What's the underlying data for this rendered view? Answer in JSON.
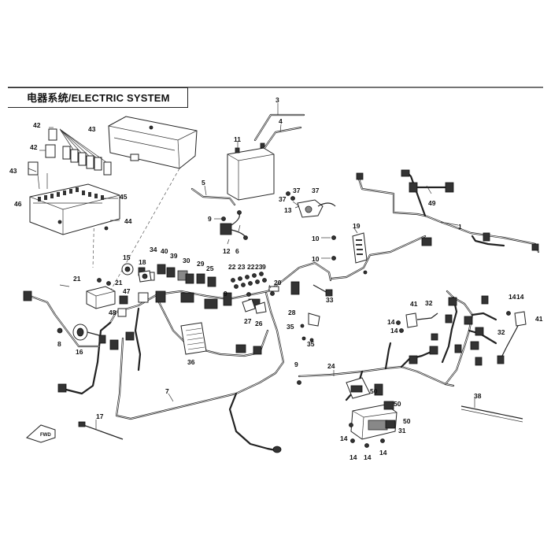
{
  "header": {
    "title": "电器系统/ELECTRIC SYSTEM"
  },
  "diagram": {
    "callouts": [
      "1",
      "3",
      "4",
      "5",
      "6",
      "7",
      "8",
      "9",
      "10",
      "11",
      "12",
      "13",
      "14",
      "15",
      "16",
      "17",
      "18",
      "19",
      "20",
      "21",
      "22",
      "23",
      "24",
      "25",
      "26",
      "27",
      "28",
      "29",
      "30",
      "31",
      "32",
      "33",
      "34",
      "35",
      "36",
      "37",
      "38",
      "39",
      "40",
      "41",
      "42",
      "43",
      "44",
      "45",
      "46",
      "47",
      "48",
      "49",
      "50"
    ],
    "callout_labels": {
      "c1": "1",
      "c3": "3",
      "c4": "4",
      "c5": "5",
      "c6": "6",
      "c7": "7",
      "c8": "8",
      "c9a": "9",
      "c9b": "9",
      "c9c": "9",
      "c9d": "9",
      "c10a": "10",
      "c10b": "10",
      "c11": "11",
      "c12": "12",
      "c13": "13",
      "c14a": "14",
      "c14b": "14",
      "c14c": "14",
      "c14d": "14",
      "c14e": "14",
      "c14f": "14",
      "c14g": "14",
      "c14h": "14",
      "c15": "15",
      "c16": "16",
      "c17": "17",
      "c18": "18",
      "c19": "19",
      "c20": "20",
      "c21a": "21",
      "c21b": "21",
      "c22": "22",
      "c23": "23",
      "c24": "24",
      "c25": "25",
      "c26": "26",
      "c27": "27",
      "c28": "28",
      "c29": "29",
      "c30": "30",
      "c31": "31",
      "c32a": "32",
      "c32b": "32",
      "c33": "33",
      "c34": "34",
      "c35a": "35",
      "c35b": "35",
      "c36": "36",
      "c37a": "37",
      "c37b": "37",
      "c37c": "37",
      "c38": "38",
      "c39": "39",
      "c40": "40",
      "c41a": "41",
      "c41b": "41",
      "c42a": "42",
      "c42b": "42",
      "c43a": "43",
      "c43b": "43",
      "c44": "44",
      "c45": "45",
      "c46": "46",
      "c47": "47",
      "c48": "48",
      "c49": "49",
      "c50a": "50",
      "c50b": "50",
      "c50c": "50",
      "c22b": "22",
      "c23b": "23"
    },
    "fwd_label": "FWD"
  }
}
